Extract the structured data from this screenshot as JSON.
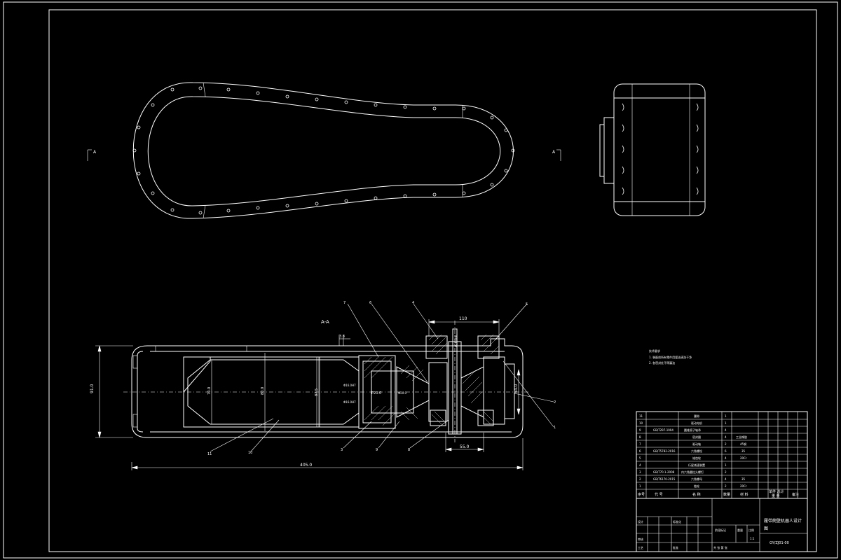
{
  "view_labels": {
    "left_marker": "A",
    "right_marker": "A",
    "section_title": "A-A"
  },
  "dimensions": {
    "overall_length": "405.0",
    "height": "91.0",
    "hub_width": "110",
    "gear_width": "55.0",
    "right_dia": "54.0",
    "top_offset": "3.8",
    "dia_a": "70.0",
    "dia_b": "80.0",
    "dia_c": "87.5",
    "fit_a": "P20.0",
    "fit_b": "Φ16.0H7",
    "fit_c": "Φ16.0H7",
    "shaft_dia": "Φ20.0",
    "shaft_dia_b": "Φ26.0H8"
  },
  "balloons": [
    "11",
    "10",
    "3",
    "9",
    "8",
    "7",
    "6",
    "5",
    "4",
    "2",
    "1"
  ],
  "notes": {
    "title": "技术要求",
    "line1": "1. 装配前所有零件用煤油清洗干净",
    "line2": "2. 各密封处不得漏油"
  },
  "bom": {
    "rows": [
      {
        "no": "11",
        "code": "",
        "name": "履带",
        "qty": "1",
        "material": "",
        "note": ""
      },
      {
        "no": "10",
        "code": "",
        "name": "驱动电机",
        "qty": "1",
        "material": "",
        "note": ""
      },
      {
        "no": "9",
        "code": "GB/T297-1994",
        "name": "圆锥滚子轴承",
        "qty": "4",
        "material": "",
        "note": ""
      },
      {
        "no": "8",
        "code": "",
        "name": "密封圈",
        "qty": "4",
        "material": "工业橡胶",
        "note": ""
      },
      {
        "no": "7",
        "code": "",
        "name": "驱动轴",
        "qty": "2",
        "material": "45钢",
        "note": ""
      },
      {
        "no": "6",
        "code": "GB/T5782-2016",
        "name": "六角螺栓",
        "qty": "6",
        "material": "35",
        "note": ""
      },
      {
        "no": "5",
        "code": "",
        "name": "锥齿轮",
        "qty": "4",
        "material": "20Cr",
        "note": ""
      },
      {
        "no": "4",
        "code": "",
        "name": "行星减速装置",
        "qty": "1",
        "material": "",
        "note": ""
      },
      {
        "no": "3",
        "code": "GB/T70.1-2008",
        "name": "内六角圆柱头螺钉",
        "qty": "2",
        "material": "",
        "note": ""
      },
      {
        "no": "2",
        "code": "GB/T6170-2015",
        "name": "六角螺母",
        "qty": "4",
        "material": "35",
        "note": ""
      },
      {
        "no": "1",
        "code": "",
        "name": "链轮",
        "qty": "2",
        "material": "20Cr",
        "note": ""
      }
    ],
    "header": {
      "no": "序号",
      "code": "代 号",
      "name": "名 称",
      "qty": "数量",
      "material": "材 料",
      "unit_total": "单件 总计",
      "weight": "重 量",
      "note": "备注"
    }
  },
  "title_block": {
    "drawing_title": "履带爬壁机器人设计",
    "title_line2": "图",
    "drawing_no": "GY/ZJ01-00",
    "scale": "1:1",
    "sheet": "共 张 第 张",
    "labels": [
      "设计",
      "标准化",
      "审核",
      "工艺",
      "批准",
      "阶段标记",
      "重量",
      "比例"
    ]
  }
}
